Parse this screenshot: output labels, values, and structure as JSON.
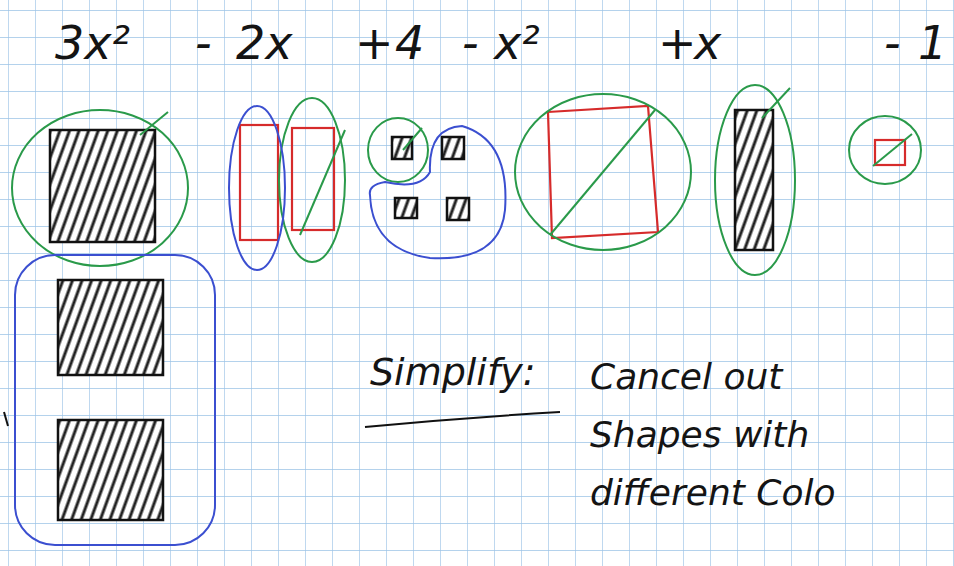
{
  "diagram": {
    "labels": [
      "3x²",
      "-",
      "2x",
      "+",
      "4",
      "-",
      "x²",
      "+",
      "x",
      "-",
      "1",
      "Simplify:",
      "Cancel out Shapes with different Colo"
    ]
  }
}
